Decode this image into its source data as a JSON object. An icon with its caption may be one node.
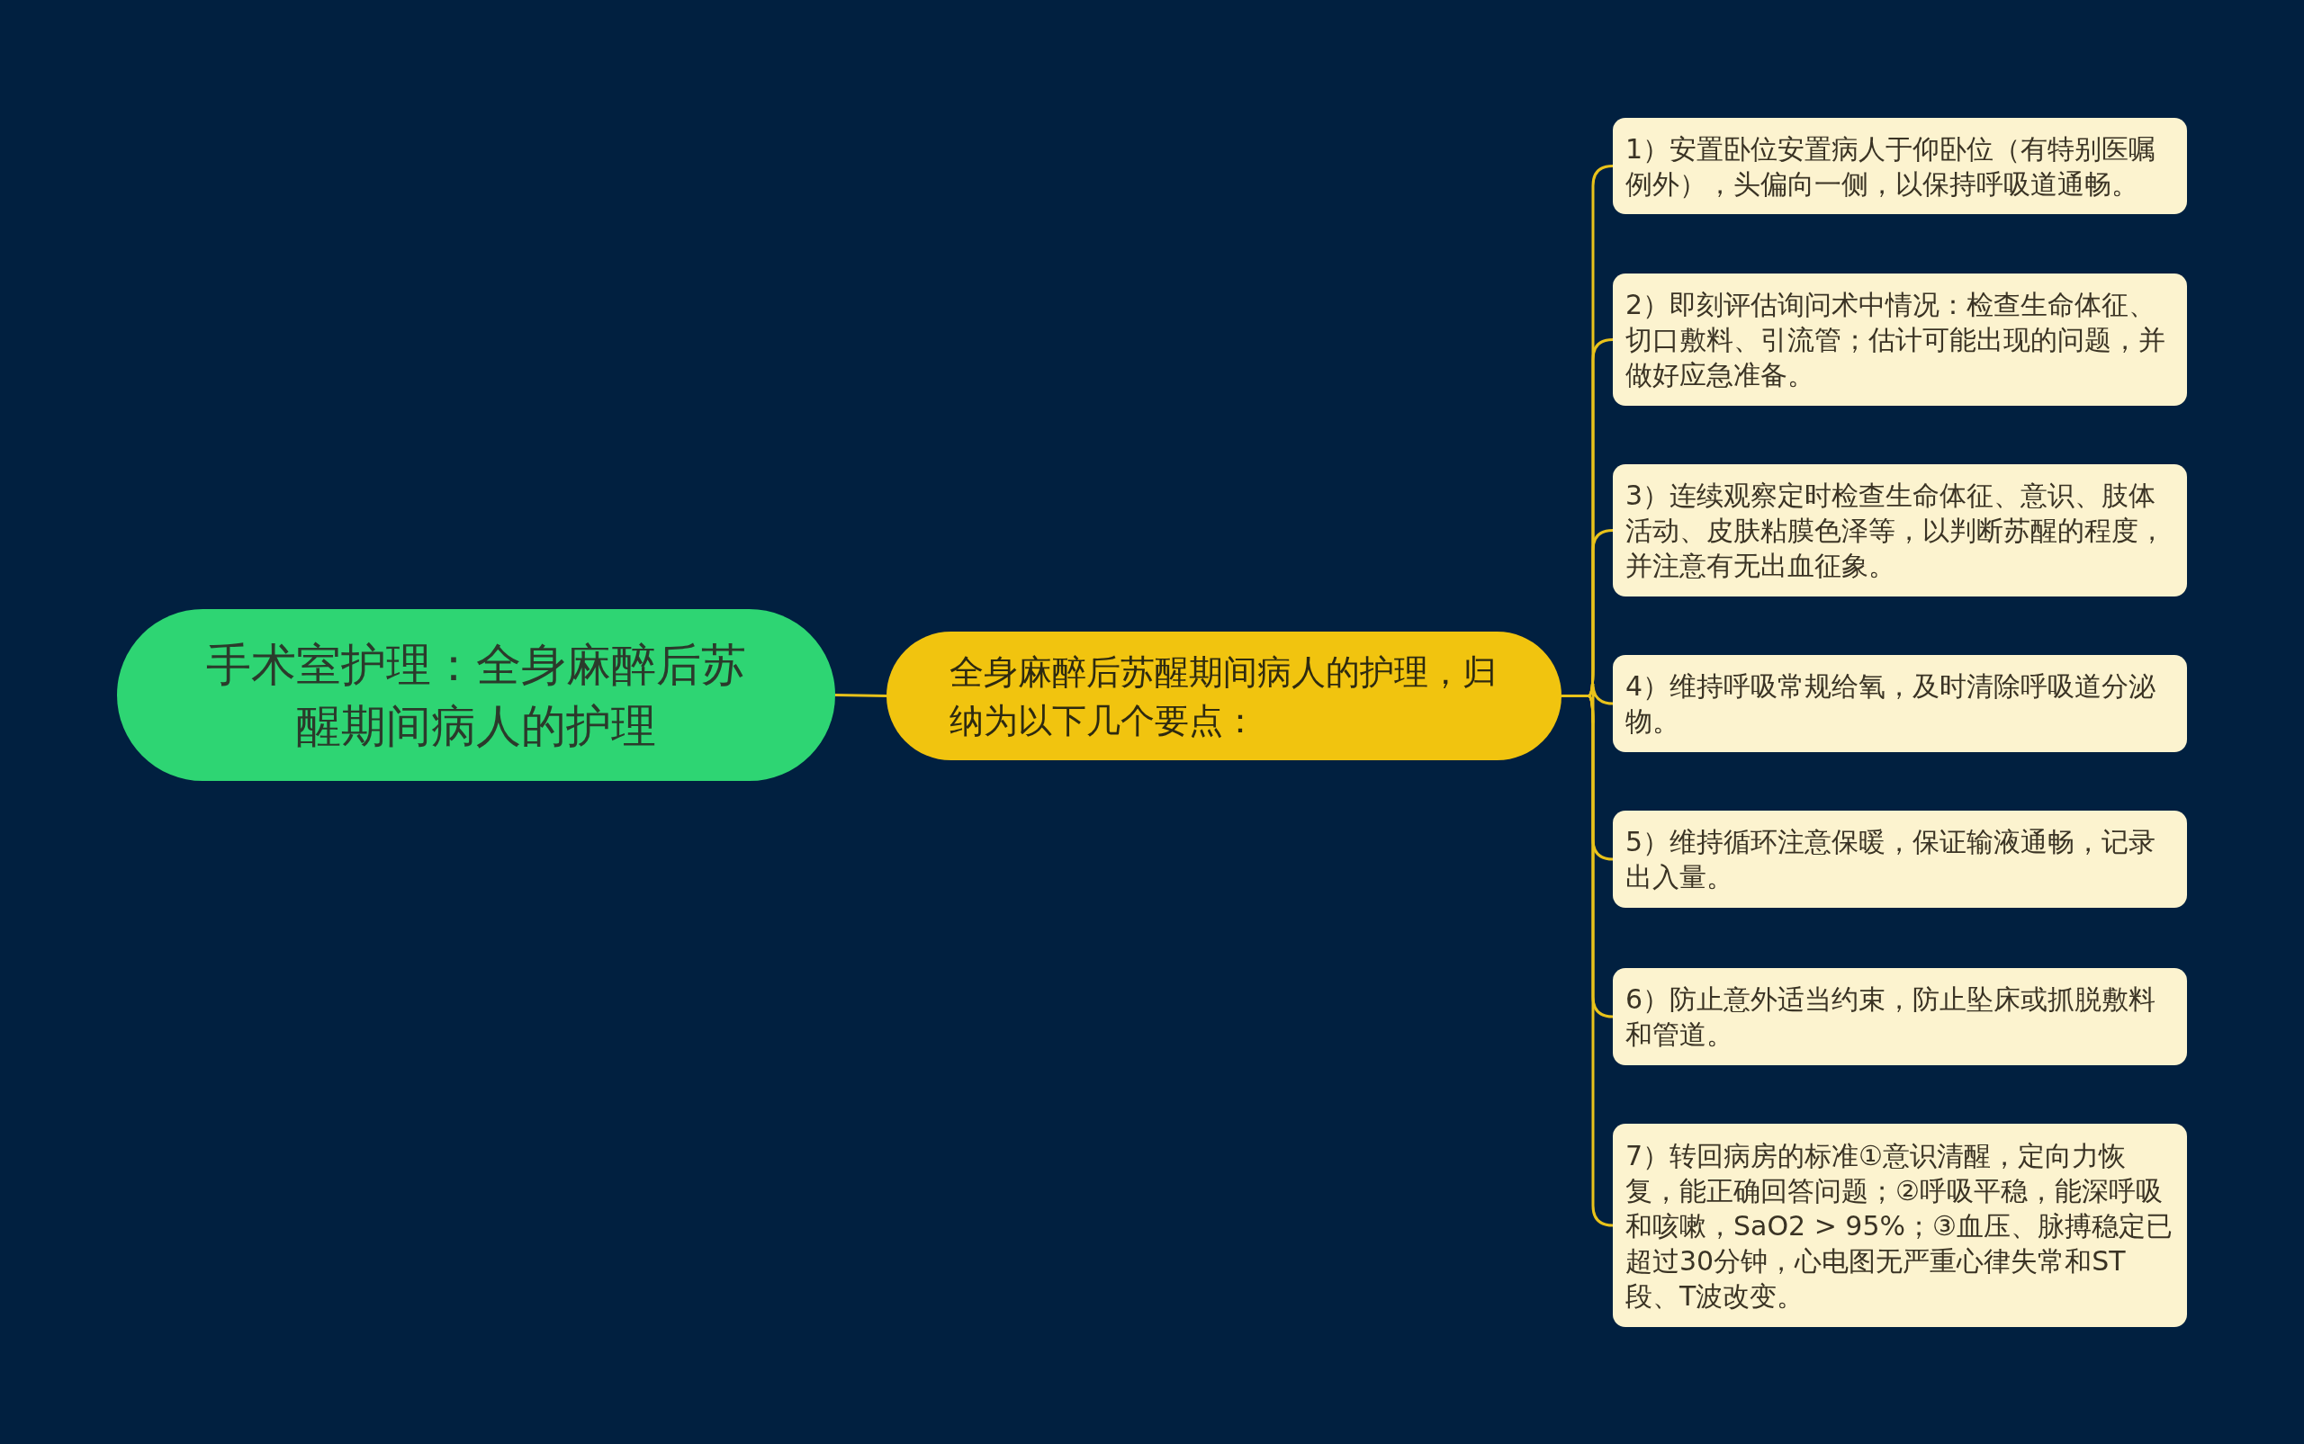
{
  "diagram": {
    "nodes": [
      {
        "text": [
          "手术室护理：全身麻醉后苏醒期间病人的护理"
        ]
      },
      {
        "text": [
          "全身麻醉后苏醒期间病人的护理，归纳为以下几个要点："
        ]
      },
      {
        "text": [
          "1）安置卧位安置病人于仰卧位（有特别医嘱例外），头偏向一侧，以保持呼吸道通畅。"
        ]
      },
      {
        "text": [
          "2）即刻评估询问术中情况：检查生命体征、切口敷料、引流管；估计可能出现的问题，并做好应急准备。"
        ]
      },
      {
        "text": [
          "3）连续观察定时检查生命体征、意识、肢体活动、皮肤粘膜色泽等，以判断苏醒的程度，并注意有无出血征象。"
        ]
      },
      {
        "text": [
          "4）维持呼吸常规给氧，及时清除呼吸道分泌物。"
        ]
      },
      {
        "text": [
          "5）维持循环注意保暖，保证输液通畅，记录出入量。"
        ]
      },
      {
        "text": [
          "6）防止意外适当约束，防止坠床或抓脱敷料和管道。"
        ]
      },
      {
        "text": [
          "7）转回病房的标准①意识清醒，定向力恢复，能正确回答问题；②呼吸平稳，能深呼吸和咳嗽，SaO2 > 95%；③血压、脉搏稳定已超过30分钟，心电图无严重心律失常和ST段、T波改变。"
        ]
      }
    ],
    "edges": [
      {
        "from": 0,
        "to": 1,
        "arrow": "none"
      },
      {
        "from": 1,
        "to": 2,
        "arrow": "none"
      },
      {
        "from": 1,
        "to": 3,
        "arrow": "none"
      },
      {
        "from": 1,
        "to": 4,
        "arrow": "none"
      },
      {
        "from": 1,
        "to": 5,
        "arrow": "none"
      },
      {
        "from": 1,
        "to": 6,
        "arrow": "none"
      },
      {
        "from": 1,
        "to": 7,
        "arrow": "none"
      },
      {
        "from": 1,
        "to": 8,
        "arrow": "none"
      }
    ]
  }
}
